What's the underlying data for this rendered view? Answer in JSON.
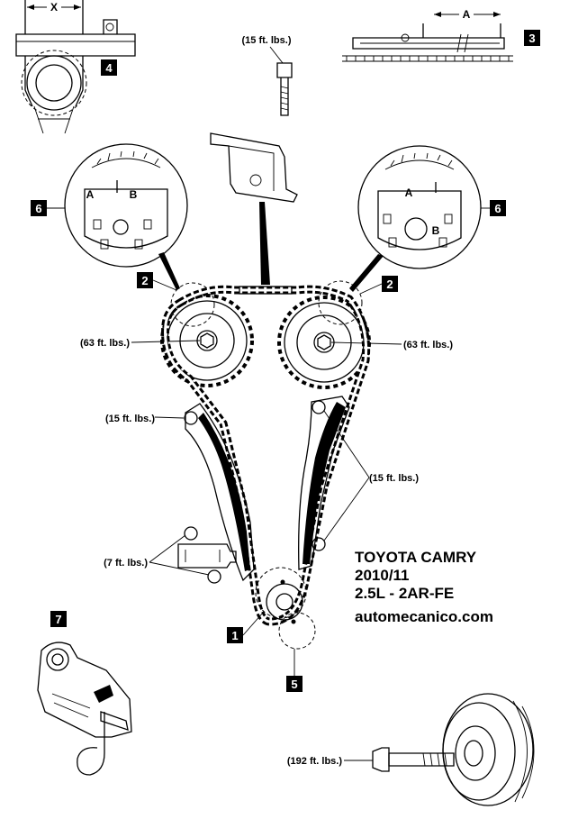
{
  "torque_labels": {
    "top_bolt": "(15 ft. lbs.)",
    "left_sprocket": "(63 ft. lbs.)",
    "right_sprocket": "(63 ft. lbs.)",
    "left_guide": "(15 ft. lbs.)",
    "right_guide": "(15 ft. lbs.)",
    "tensioner": "(7 ft. lbs.)",
    "crank_bolt": "(192 ft. lbs.)"
  },
  "callouts": {
    "n1": "1",
    "n2_left": "2",
    "n2_right": "2",
    "n3": "3",
    "n4": "4",
    "n5": "5",
    "n6_left": "6",
    "n6_right": "6",
    "n7": "7"
  },
  "marks": {
    "dim_x": "X",
    "dim_a": "A",
    "left_a": "A",
    "left_b": "B",
    "right_a": "A",
    "right_b": "B"
  },
  "info": {
    "line1": "TOYOTA CAMRY",
    "line2": "2010/11",
    "line3": "2.5L  - 2AR-FE",
    "line4": "automecanico.com"
  }
}
